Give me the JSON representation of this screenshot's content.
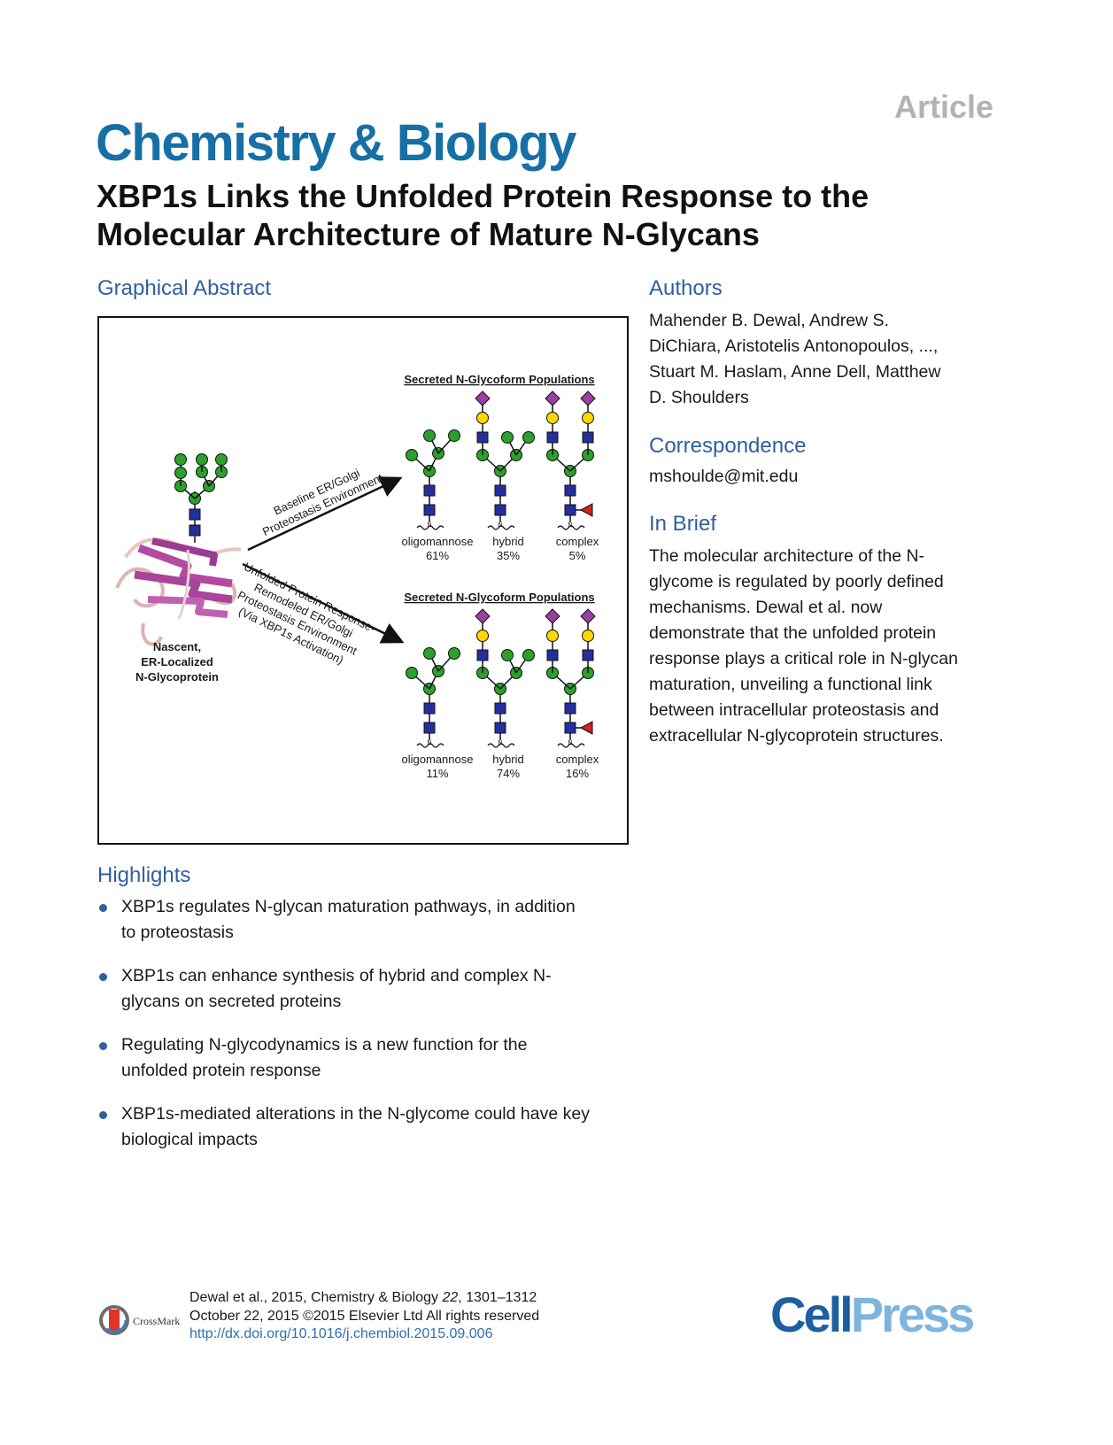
{
  "header": {
    "article_label": "Article",
    "journal": "Chemistry & Biology",
    "title": "XBP1s Links the Unfolded Protein Response to the Molecular Architecture of Mature N-Glycans"
  },
  "graphical_abstract": {
    "heading": "Graphical Abstract",
    "protein_label": [
      "Nascent,",
      "ER-Localized",
      "N-Glycoprotein"
    ],
    "arrow_top_label": [
      "Baseline ER/Golgi",
      "Proteostasis Environment"
    ],
    "arrow_bottom_label": [
      "Unfolded Protein Response-",
      "Remodeled ER/Golgi",
      "Proteostasis Environment",
      "(Via XBP1s Activation)"
    ],
    "populations": [
      {
        "heading": "Secreted N-Glycoform Populations",
        "glycoforms": [
          {
            "name": "oligomannose",
            "percent": "61%"
          },
          {
            "name": "hybrid",
            "percent": "35%"
          },
          {
            "name": "complex",
            "percent": "5%"
          }
        ]
      },
      {
        "heading": "Secreted N-Glycoform Populations",
        "glycoforms": [
          {
            "name": "oligomannose",
            "percent": "11%"
          },
          {
            "name": "hybrid",
            "percent": "74%"
          },
          {
            "name": "complex",
            "percent": "16%"
          }
        ]
      }
    ],
    "colors": {
      "mannose": "#2ca02c",
      "glcnac": "#23309b",
      "galactose": "#ffd700",
      "sialic_acid": "#9b3fa0",
      "fucose": "#d62020",
      "protein": "#b34aa0"
    }
  },
  "authors": {
    "heading": "Authors",
    "lines": [
      "Mahender B. Dewal, Andrew S.",
      "DiChiara, Aristotelis Antonopoulos, ...,",
      "Stuart M. Haslam, Anne Dell, Matthew",
      "D. Shoulders"
    ]
  },
  "correspondence": {
    "heading": "Correspondence",
    "email": "mshoulde@mit.edu"
  },
  "in_brief": {
    "heading": "In Brief",
    "lines": [
      "The molecular architecture of the N-",
      "glycome is regulated by poorly defined",
      "mechanisms. Dewal et al. now",
      "demonstrate that the unfolded protein",
      "response plays a critical role in N-glycan",
      "maturation, unveiling a functional link",
      "between intracellular proteostasis and",
      "extracellular N-glycoprotein structures."
    ]
  },
  "highlights": {
    "heading": "Highlights",
    "items": [
      [
        "XBP1s regulates N-glycan maturation pathways, in addition",
        "to proteostasis"
      ],
      [
        "XBP1s can enhance synthesis of hybrid and complex N-",
        "glycans on secreted proteins"
      ],
      [
        "Regulating N-glycodynamics is a new function for the",
        "unfolded protein response"
      ],
      [
        "XBP1s-mediated alterations in the N-glycome could have key",
        "biological impacts"
      ]
    ]
  },
  "citation": {
    "line1_prefix": "Dewal et al., 2015, Chemistry & Biology ",
    "volume": "22",
    "line1_suffix": ", 1301–1312",
    "line2": "October 22, 2015 ©2015 Elsevier Ltd All rights reserved",
    "doi": "http://dx.doi.org/10.1016/j.chembiol.2015.09.006"
  },
  "crossmark_label": "CrossMark",
  "publisher": {
    "part1": "Cell",
    "part2": "Press"
  }
}
